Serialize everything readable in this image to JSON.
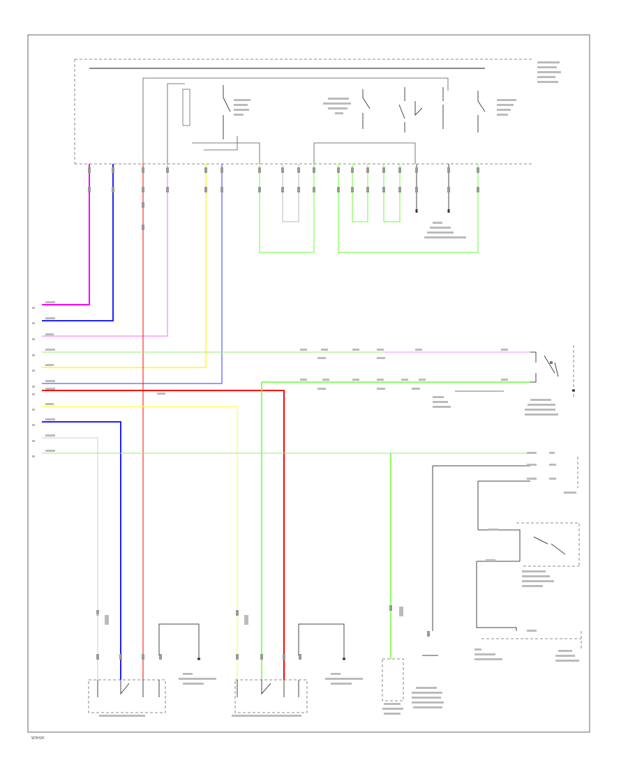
{
  "footer_code": "W3H2K",
  "colors": {
    "pink": "#ff00ff",
    "blue": "#1f1fff",
    "red": "#ff0000",
    "light_pink": "#ff66ff",
    "yellow": "#ffff00",
    "light_blue": "#7777ff",
    "green": "#66ff33",
    "light_green": "#99ee77",
    "white": "#cfcfcf",
    "black": "#333333"
  },
  "wire_icons": [
    "wire-pink",
    "wire-blue",
    "wire-red",
    "wire-yellow",
    "wire-green",
    "wire-white"
  ]
}
